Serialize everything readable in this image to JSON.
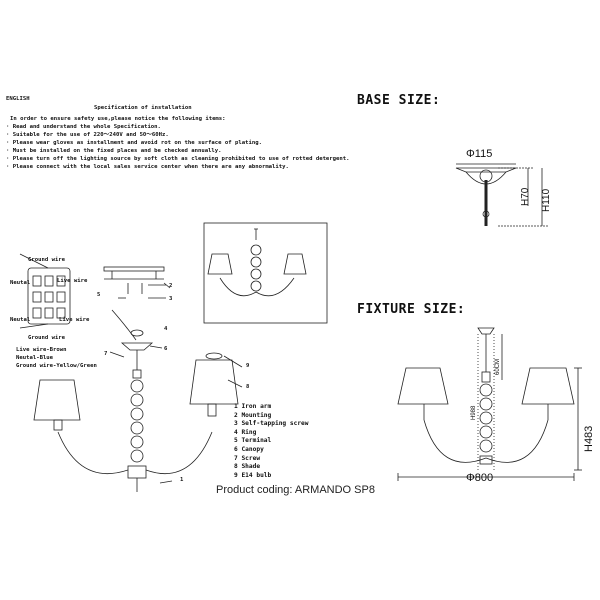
{
  "document": {
    "language_label": "ENGLISH",
    "spec_title": "Specification of installation",
    "instructions": [
      "In order to ensure safety use,please notice the following items:",
      "· Read and understand the whole Specification.",
      "· Suitable for the use of 220～240V and 50～60Hz.",
      "· Please wear gloves as installment and avoid rot on the surface of plating.",
      "· Must be installed on the fixed places and be checked annually.",
      "· Please turn off the lighting source by soft cloth as cleaning prohibited to use of rotted detergent.",
      "· Please connect with the local sales service center when there are any abnormality."
    ]
  },
  "wiring": {
    "ground_wire_top": "Ground wire",
    "neutral_top": "Neutal",
    "live_top": "Live wire",
    "neutral_bottom": "Neutal",
    "live_bottom": "Live wire",
    "ground_wire_bottom": "Ground wire",
    "legend": [
      "Live wire-Brown",
      "Neutal-Blue",
      "Ground wire-Yellow/Green"
    ]
  },
  "callouts": [
    "2",
    "3",
    "5",
    "4",
    "6",
    "7",
    "9",
    "8",
    "1"
  ],
  "parts_list": [
    "1 Iron arm",
    "2 Mounting",
    "3 Self-tapping screw",
    "4 Ring",
    "5 Terminal",
    "6 Canopy",
    "7 Screw",
    "8 Shade",
    "9 E14 bulb"
  ],
  "product_coding": "Product coding: ARMANDO SP8",
  "base_size": {
    "heading": "BASE SIZE:",
    "diameter": "Φ115",
    "h1": "H70",
    "h2": "H110"
  },
  "fixture_size": {
    "heading": "FIXTURE SIZE:",
    "diameter": "Φ800",
    "height": "H483",
    "chain": "60CM",
    "h_body": "H988"
  }
}
